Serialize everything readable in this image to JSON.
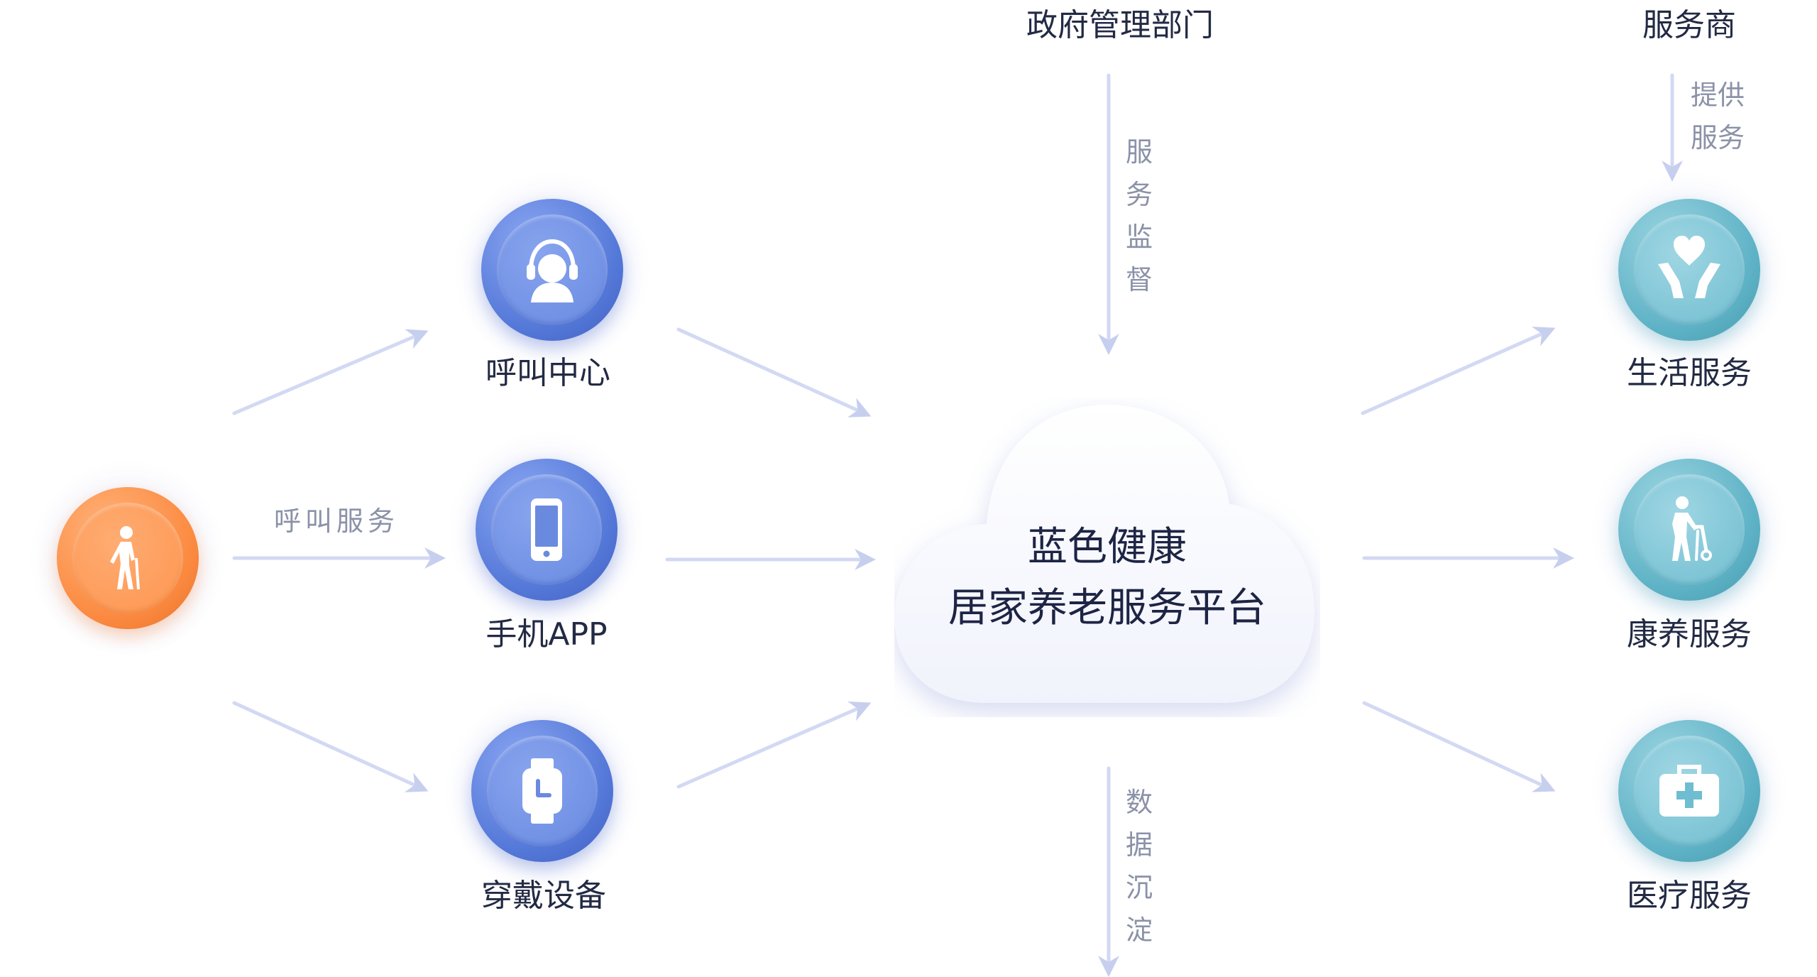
{
  "top_labels": {
    "government": "政府管理部门",
    "providers": "服务商"
  },
  "center": {
    "line1": "蓝色健康",
    "line2": "居家养老服务平台"
  },
  "arrow_labels": {
    "call_service": "呼叫服务",
    "supervision": "服务监督",
    "provide_service": "提供服务",
    "data_deposit": "数据沉淀"
  },
  "elder": {
    "icon": "elderly-person-icon",
    "color": "#fb8a40"
  },
  "channels": [
    {
      "label": "呼叫中心",
      "icon": "headset-operator-icon",
      "color": "#5d80dd"
    },
    {
      "label": "手机APP",
      "icon": "smartphone-icon",
      "color": "#5d80dd"
    },
    {
      "label": "穿戴设备",
      "icon": "smartwatch-icon",
      "color": "#5d80dd"
    }
  ],
  "services": [
    {
      "label": "生活服务",
      "icon": "heart-hands-icon",
      "color": "#66b7cb"
    },
    {
      "label": "康养服务",
      "icon": "elderly-walker-icon",
      "color": "#66b7cb"
    },
    {
      "label": "医疗服务",
      "icon": "medical-kit-icon",
      "color": "#66b7cb"
    }
  ],
  "colors": {
    "arrow": "#d3d9f3",
    "text_dark": "#222a44",
    "text_muted": "#8b92a8"
  }
}
